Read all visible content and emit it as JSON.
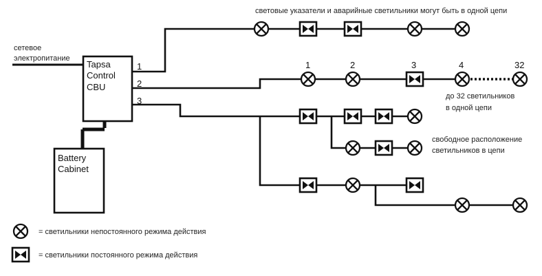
{
  "header_note": "световые указатели и аварийные светильники могут быть в одной цепи",
  "mains": {
    "line1": "сетевое",
    "line2": "электропитание"
  },
  "cbu": {
    "line1": "Tapsa",
    "line2": "Control",
    "line3": "CBU"
  },
  "battery": {
    "line1": "Battery",
    "line2": "Cabinet"
  },
  "circuits": [
    "1",
    "2",
    "3"
  ],
  "circuit2_numbers": [
    "1",
    "2",
    "3",
    "4",
    "32"
  ],
  "note_max": {
    "line1": "до 32 светильников",
    "line2": "в одной цепи"
  },
  "note_free": {
    "line1": "свободное расположение",
    "line2": "светильников в цепи"
  },
  "legend": {
    "non_maintained": "= светильники непостоянного режима действия",
    "maintained": "= светильники постоянного режима действия"
  }
}
